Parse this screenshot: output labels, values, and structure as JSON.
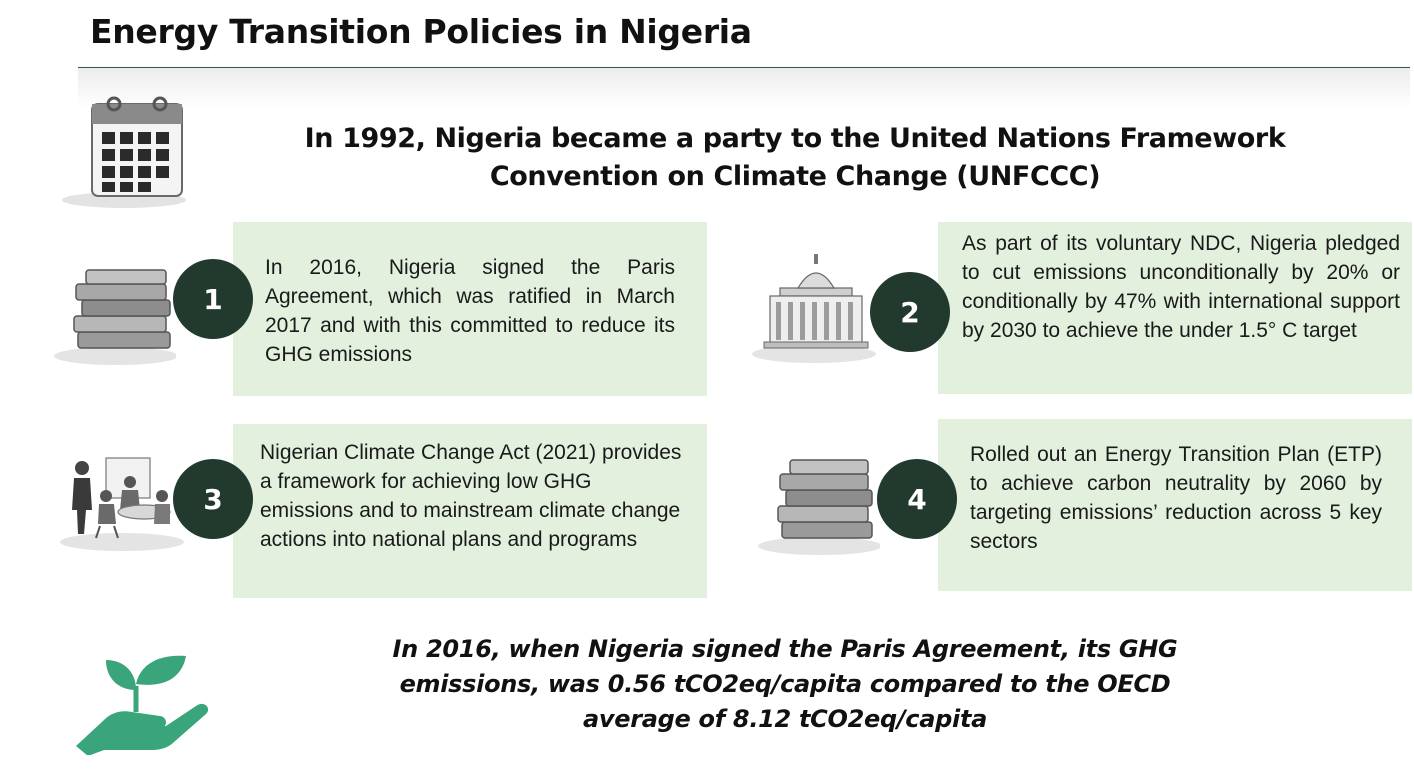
{
  "header": {
    "title": "Energy Transition Policies in Nigeria"
  },
  "intro": {
    "headline_line1": "In 1992, Nigeria became a party to the United Nations Framework",
    "headline_line2": "Convention on Climate Change (UNFCCC)"
  },
  "policies": [
    {
      "number": "1",
      "text": "In 2016, Nigeria signed the Paris Agreement, which was ratified in March 2017 and with this committed to reduce its GHG emissions",
      "icon": "books-icon"
    },
    {
      "number": "2",
      "text": "As part of its voluntary NDC, Nigeria pledged to cut emissions unconditionally by 20% or conditionally by 47% with international support by 2030 to achieve the under 1.5° C target",
      "icon": "government-building-icon"
    },
    {
      "number": "3",
      "text": "Nigerian Climate Change Act (2021) provides a framework for achieving low GHG emissions and to mainstream climate change actions into national plans and programs",
      "icon": "meeting-people-icon"
    },
    {
      "number": "4",
      "text": "Rolled out an Energy Transition Plan (ETP) to achieve carbon neutrality by 2060 by targeting emissions’ reduction across 5 key sectors",
      "icon": "books-icon"
    }
  ],
  "footer": {
    "line1": "In 2016, when Nigeria signed the Paris Agreement, its GHG",
    "line2": "emissions, was 0.56 tCO2eq/capita compared to the OECD",
    "line3": "average of 8.12 tCO2eq/capita",
    "icon": "plant-in-hand-icon"
  },
  "colors": {
    "card_background": "#e2f0dd",
    "badge": "#22392e",
    "accent_green": "#3aa57a"
  }
}
